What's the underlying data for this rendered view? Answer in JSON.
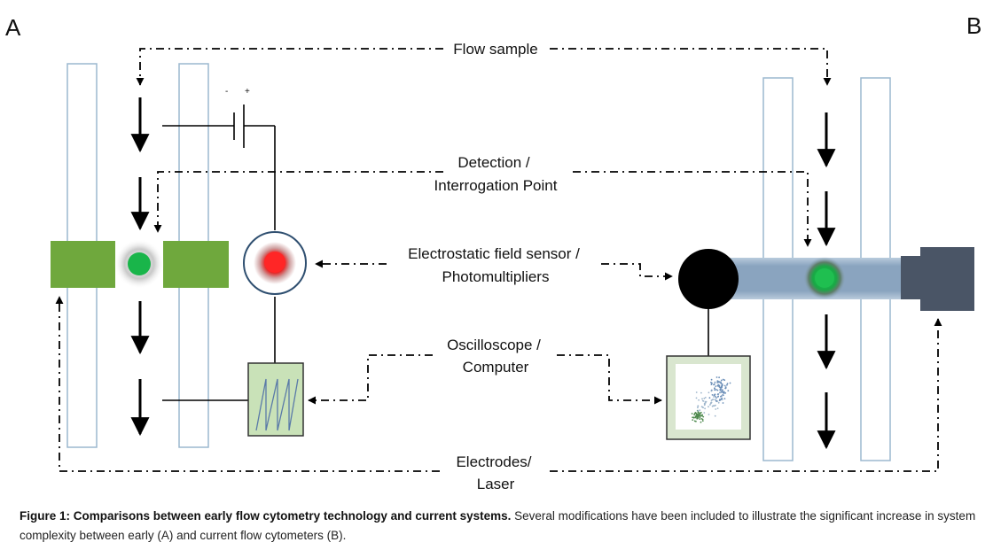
{
  "panels": {
    "left": "A",
    "right": "B"
  },
  "labels": {
    "flow_sample": "Flow sample",
    "detection_1": "Detection /",
    "detection_2": "Interrogation Point",
    "sensor_1": "Electrostatic field sensor /",
    "sensor_2": "Photomultipliers",
    "scope_1": "Oscilloscope /",
    "scope_2": "Computer",
    "electrodes_1": "Electrodes/",
    "electrodes_2": "Laser",
    "minus": "-",
    "plus": "+"
  },
  "caption": {
    "bold": "Figure 1: Comparisons between early flow cytometry technology and current systems.",
    "text": " Several modifications have been included to illustrate the significant increase in system complexity between early (A) and current flow cytometers (B)."
  },
  "colors": {
    "electrode_green": "#6fa83d",
    "cell_green": "#19b54a",
    "sensor_red": "#e01e1e",
    "tube_outline": "#9cb8cf",
    "laser_beam": "#8fa9c2",
    "laser_box": "#4a5566",
    "scope_bg": "#c9e2b8"
  }
}
